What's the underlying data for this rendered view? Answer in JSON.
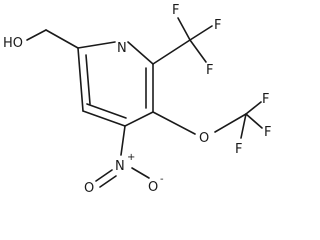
{
  "molecule": {
    "atoms": {
      "hydroxyl": "HO",
      "ring_nitrogen": "N",
      "nitro_nitrogen": "N",
      "nitro_plus": "+",
      "nitro_oxygen_left": "O",
      "nitro_oxygen_right": "O",
      "nitro_minus": "-",
      "ether_oxygen": "O",
      "cf3_top_f1": "F",
      "cf3_top_f2": "F",
      "cf3_top_f3": "F",
      "ocf3_f1": "F",
      "ocf3_f2": "F",
      "ocf3_f3": "F"
    }
  }
}
